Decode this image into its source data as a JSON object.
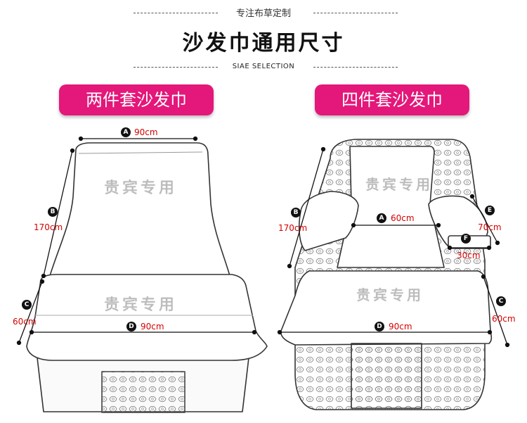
{
  "header": {
    "subtitle": "专注布草定制",
    "title": "沙发巾通用尺寸",
    "english": "SIAE SELECTION"
  },
  "left": {
    "pill": "两件套沙发巾",
    "watermark": "贵宾专用",
    "dims": {
      "A": {
        "letter": "A",
        "value": "90cm"
      },
      "B": {
        "letter": "B",
        "value": "170cm"
      },
      "C": {
        "letter": "C",
        "value": "60cm"
      },
      "D": {
        "letter": "D",
        "value": "90cm"
      }
    }
  },
  "right": {
    "pill": "四件套沙发巾",
    "watermark": "贵宾专用",
    "dims": {
      "A": {
        "letter": "A",
        "value": "60cm"
      },
      "B": {
        "letter": "B",
        "value": "170cm"
      },
      "C": {
        "letter": "C",
        "value": "60cm"
      },
      "D": {
        "letter": "D",
        "value": "90cm"
      },
      "E": {
        "letter": "E",
        "value": "70cm"
      },
      "F": {
        "letter": "F",
        "value": "30cm"
      }
    }
  },
  "colors": {
    "pill": "#e4177a",
    "dimension_text": "#d40000"
  }
}
